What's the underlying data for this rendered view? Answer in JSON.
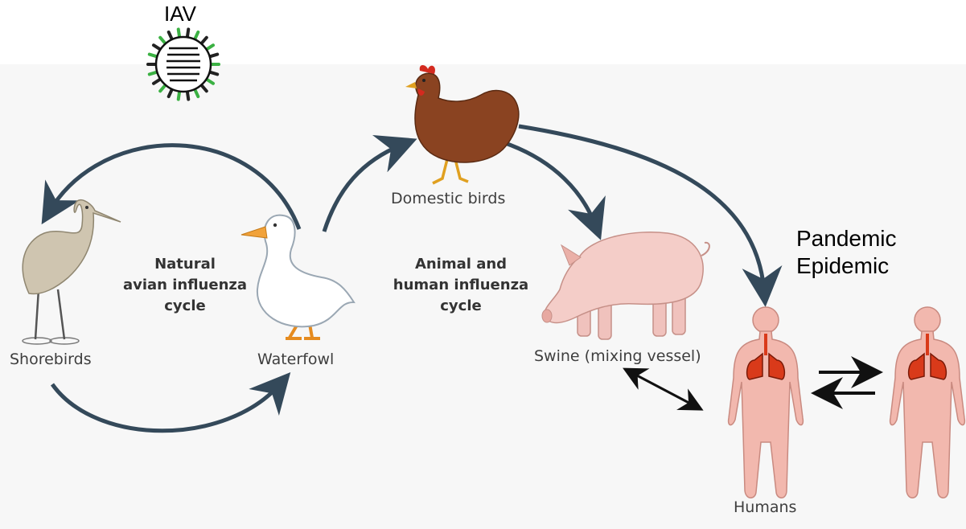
{
  "virus": {
    "label": "IAV"
  },
  "cycles": {
    "natural": {
      "line1": "Natural",
      "line2": "avian influenza",
      "line3": "cycle"
    },
    "animal_human": {
      "line1": "Animal and",
      "line2": "human influenza",
      "line3": "cycle"
    }
  },
  "hosts": {
    "shorebirds": "Shorebirds",
    "waterfowl": "Waterfowl",
    "domestic_birds": "Domestic birds",
    "swine": "Swine (mixing vessel)",
    "humans": "Humans"
  },
  "spread": {
    "line1": "Pandemic",
    "line2": "Epidemic"
  },
  "colors": {
    "arrow": "#34495a",
    "spike": "#3bb143",
    "lung": "#d93a1a",
    "skin": "#f2b8ae"
  }
}
